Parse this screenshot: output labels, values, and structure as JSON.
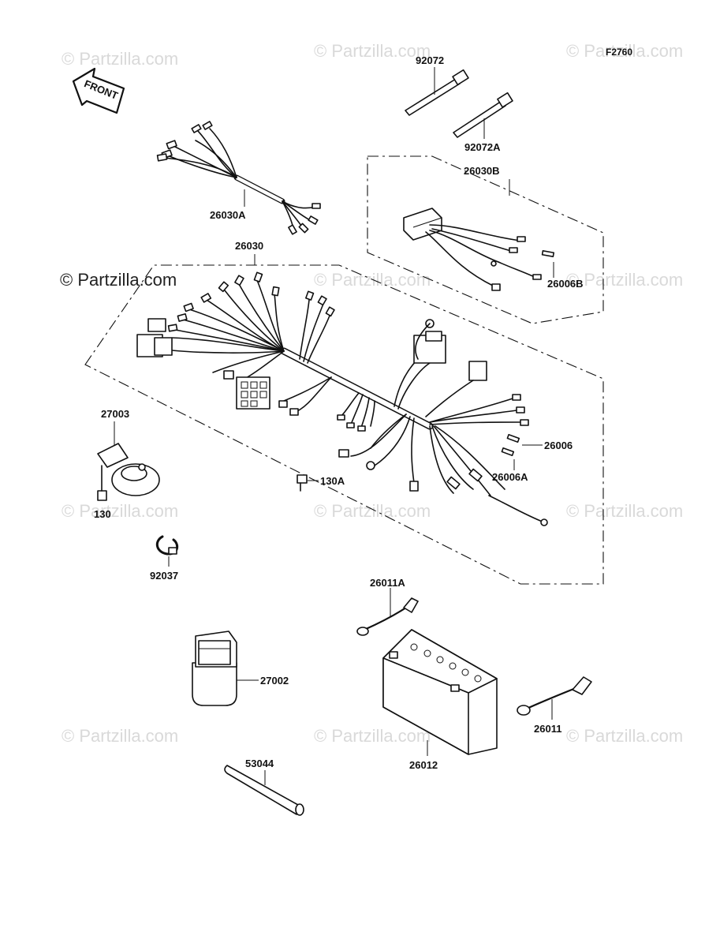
{
  "diagram": {
    "figure_code": "F2760",
    "front_arrow_text": "FRONT",
    "watermark_text": "© Partzilla.com",
    "parts": {
      "p92072": "92072",
      "p92072A": "92072A",
      "p26030B": "26030B",
      "p26006B": "26006B",
      "p26030A": "26030A",
      "p26030": "26030",
      "p27003": "27003",
      "p130": "130",
      "p130A": "130A",
      "p26006": "26006",
      "p26006A": "26006A",
      "p92037": "92037",
      "p26011A": "26011A",
      "p27002": "27002",
      "p26011": "26011",
      "p26012": "26012",
      "p53044": "53044"
    }
  }
}
